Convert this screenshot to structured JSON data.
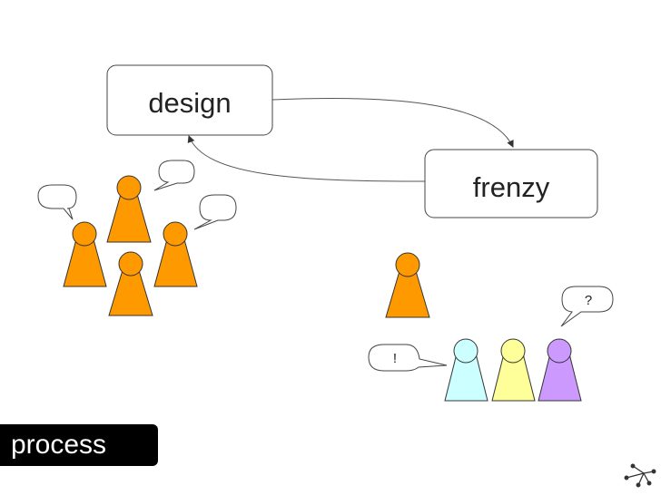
{
  "nodes": {
    "design": "design",
    "frenzy": "frenzy"
  },
  "bubbles": {
    "exclaim": "!",
    "question": "?"
  },
  "footer": {
    "label": "process"
  },
  "colors": {
    "orange": "#ff9900",
    "cyan": "#ccffff",
    "yellow": "#ffff99",
    "purple": "#cc99ff",
    "outline": "#333333"
  },
  "icons": {
    "corner": "network-graph-icon"
  }
}
